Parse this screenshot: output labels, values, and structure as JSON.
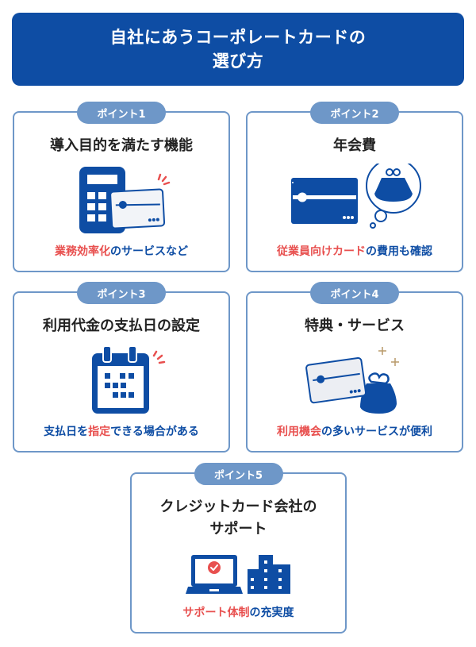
{
  "header": {
    "title_line1": "自社にあうコーポレートカードの",
    "title_line2": "選び方"
  },
  "colors": {
    "primary_blue": "#0e4da4",
    "pill_blue": "#6e97c8",
    "accent_red": "#e8504f",
    "sparkle_gold": "#b89a6a",
    "text_dark": "#222222"
  },
  "points": [
    {
      "badge": "ポイント1",
      "title": "導入目的を満たす機能",
      "icon": "calculator-and-card-icon",
      "caption_parts": [
        {
          "text": "業務効率化",
          "color": "red"
        },
        {
          "text": "のサービスなど",
          "color": "blue"
        }
      ]
    },
    {
      "badge": "ポイント2",
      "title": "年会費",
      "icon": "card-and-purse-thought-icon",
      "caption_parts": [
        {
          "text": "従業員向けカード",
          "color": "red"
        },
        {
          "text": "の費用も確認",
          "color": "blue"
        }
      ]
    },
    {
      "badge": "ポイント3",
      "title": "利用代金の支払日の設定",
      "icon": "calendar-icon",
      "caption_parts": [
        {
          "text": "支払日を",
          "color": "blue"
        },
        {
          "text": "指定",
          "color": "red"
        },
        {
          "text": "できる場合がある",
          "color": "blue"
        }
      ]
    },
    {
      "badge": "ポイント4",
      "title": "特典・サービス",
      "icon": "card-and-purse-sparkle-icon",
      "caption_parts": [
        {
          "text": "利用機会",
          "color": "red"
        },
        {
          "text": "の多いサービスが便利",
          "color": "blue"
        }
      ]
    },
    {
      "badge": "ポイント5",
      "title_line1": "クレジットカード会社の",
      "title_line2": "サポート",
      "icon": "laptop-check-and-building-icon",
      "caption_parts": [
        {
          "text": "サポート体制",
          "color": "red"
        },
        {
          "text": "の充実度",
          "color": "blue"
        }
      ]
    }
  ]
}
